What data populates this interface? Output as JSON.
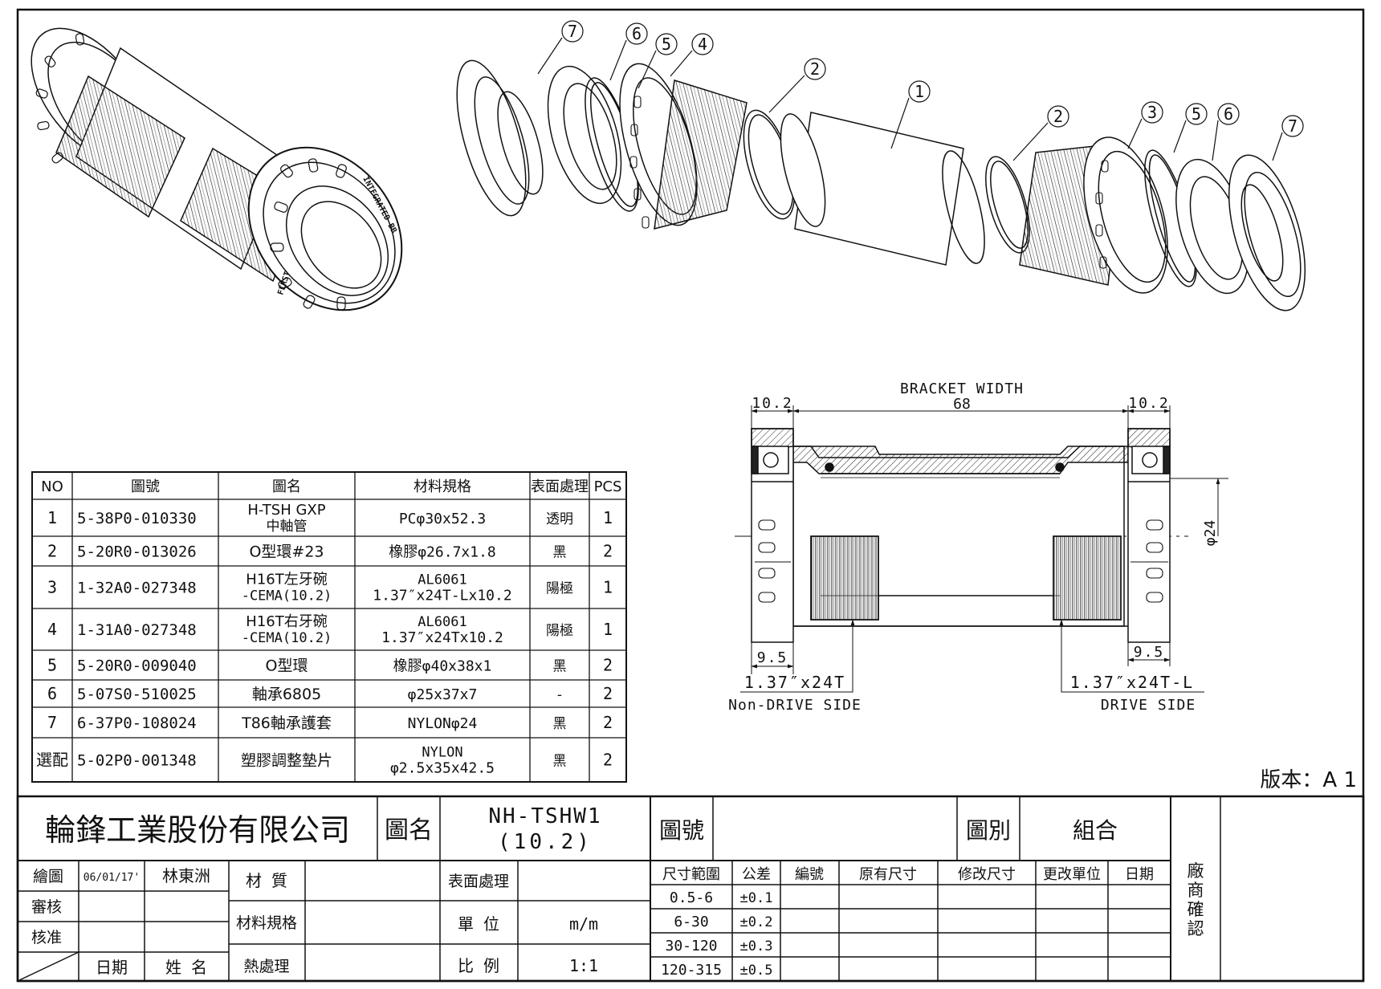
{
  "balloons_exploded": [
    "7",
    "6",
    "5",
    "4",
    "2",
    "1",
    "2",
    "3",
    "5",
    "6",
    "7"
  ],
  "engraving": {
    "line1": "INTEGRATED BB",
    "line2": "FIRST"
  },
  "dimensions": {
    "left_cup": "10.2",
    "right_cup": "10.2",
    "bracket_label": "BRACKET WIDTH",
    "bracket_value": "68",
    "diameter": "φ24",
    "left_thread_len": "9.5",
    "right_thread_len": "9.5",
    "left_thread": "1.37″x24T",
    "left_side": "Non-DRIVE SIDE",
    "right_thread": "1.37″x24T-L",
    "right_side": "DRIVE SIDE"
  },
  "version_label": "版本：A 1",
  "parts_table": {
    "headers": [
      "NO",
      "圖號",
      "圖名",
      "材料規格",
      "表面處理",
      "PCS"
    ],
    "rows": [
      {
        "no": "1",
        "code": "5-38P0-010330",
        "name1": "H-TSH GXP",
        "name2": "中軸管",
        "spec1": "PCφ30x52.3",
        "spec2": "",
        "finish": "透明",
        "pcs": "1"
      },
      {
        "no": "2",
        "code": "5-20R0-013026",
        "name1": "O型環#23",
        "name2": "",
        "spec1": "橡膠φ26.7x1.8",
        "spec2": "",
        "finish": "黑",
        "pcs": "2"
      },
      {
        "no": "3",
        "code": "1-32A0-027348",
        "name1": "H16T左牙碗",
        "name2": "-CEMA(10.2)",
        "spec1": "AL6061",
        "spec2": "1.37″x24T-Lx10.2",
        "finish": "陽極",
        "pcs": "1"
      },
      {
        "no": "4",
        "code": "1-31A0-027348",
        "name1": "H16T右牙碗",
        "name2": "-CEMA(10.2)",
        "spec1": "AL6061",
        "spec2": "1.37″x24Tx10.2",
        "finish": "陽極",
        "pcs": "1"
      },
      {
        "no": "5",
        "code": "5-20R0-009040",
        "name1": "O型環",
        "name2": "",
        "spec1": "橡膠φ40x38x1",
        "spec2": "",
        "finish": "黑",
        "pcs": "2"
      },
      {
        "no": "6",
        "code": "5-07S0-510025",
        "name1": "軸承6805",
        "name2": "",
        "spec1": "φ25x37x7",
        "spec2": "",
        "finish": "-",
        "pcs": "2"
      },
      {
        "no": "7",
        "code": "6-37P0-108024",
        "name1": "T86軸承護套",
        "name2": "",
        "spec1": "NYLONφ24",
        "spec2": "",
        "finish": "黑",
        "pcs": "2"
      },
      {
        "no": "選配",
        "code": "5-02P0-001348",
        "name1": "塑膠調整墊片",
        "name2": "",
        "spec1": "NYLON",
        "spec2": "φ2.5x35x42.5",
        "finish": "黑",
        "pcs": "2"
      }
    ]
  },
  "title_block": {
    "company": "輪鋒工業股份有限公司",
    "drawing_name_label": "圖名",
    "drawing_name_1": "NH-TSHW1",
    "drawing_name_2": "(10.2)",
    "drawing_no_label": "圖號",
    "category_label": "圖別",
    "category_value": "組合",
    "drawn_label": "繪圖",
    "drawn_date": "06/01/17'",
    "drawn_by": "林東洲",
    "review_label": "審核",
    "approve_label": "核准",
    "date_label": "日期",
    "name_label": "姓 名",
    "material_label": "材 質",
    "material_spec_label": "材料規格",
    "heat_label": "熱處理",
    "surface_label": "表面處理",
    "unit_label": "單 位",
    "unit_value": "m/m",
    "scale_label": "比 例",
    "scale_value": "1:1",
    "tolerance_headers": [
      "尺寸範圍",
      "公差",
      "編號",
      "原有尺寸",
      "修改尺寸",
      "更改單位",
      "日期"
    ],
    "tolerance_rows": [
      {
        "range": "0.5-6",
        "tol": "±0.1"
      },
      {
        "range": "6-30",
        "tol": "±0.2"
      },
      {
        "range": "30-120",
        "tol": "±0.3"
      },
      {
        "range": "120-315",
        "tol": "±0.5"
      }
    ],
    "vendor_confirm": [
      "廠",
      "商",
      "確",
      "認"
    ]
  }
}
